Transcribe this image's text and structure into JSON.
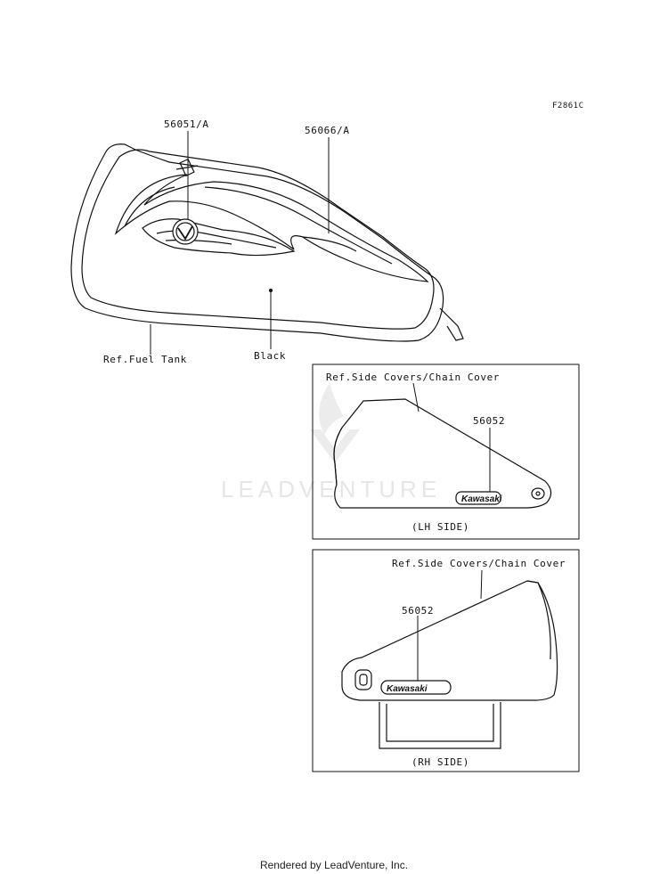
{
  "figure_code": "F2861C",
  "watermark": "LEADVENTURE",
  "tank": {
    "part_emblem": "56051/A",
    "part_stripe": "56066/A",
    "ref_label": "Ref.Fuel Tank",
    "color_label": "Black"
  },
  "lh_panel": {
    "ref_label": "Ref.Side Covers/Chain Cover",
    "part": "56052",
    "brand": "Kawasaki",
    "side_label": "(LH SIDE)"
  },
  "rh_panel": {
    "ref_label": "Ref.Side Covers/Chain Cover",
    "part": "56052",
    "brand": "Kawasaki",
    "side_label": "(RH SIDE)"
  },
  "footer": "Rendered by LeadVenture, Inc."
}
